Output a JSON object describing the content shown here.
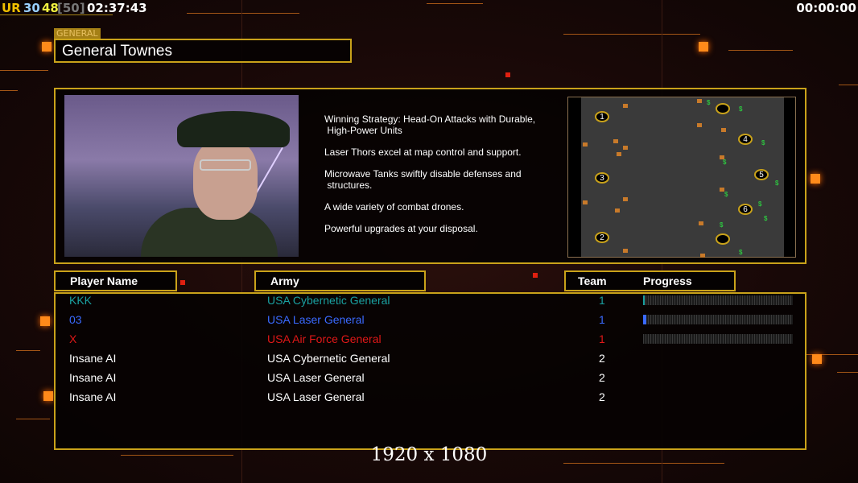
{
  "hud": {
    "ur": "UR",
    "v1": "30",
    "v2": "48",
    "v3": "[50]",
    "clock": "02:37:43",
    "timer": "00:00:00"
  },
  "general": {
    "tag": "GENERAL",
    "name": "General Townes"
  },
  "description": [
    "Winning Strategy: Head-On Attacks with Durable,\n High-Power Units",
    "Laser Thors excel at map control and support.",
    "Microwave Tanks swiftly disable defenses and\n structures.",
    "A wide variety of combat drones.",
    "Powerful upgrades at your disposal."
  ],
  "map": {
    "starts": [
      "1",
      "2",
      "3",
      "4",
      "5",
      "6"
    ]
  },
  "table": {
    "headers": {
      "player": "Player Name",
      "army": "Army",
      "team": "Team",
      "progress": "Progress"
    },
    "rows": [
      {
        "player": "KKK",
        "army": "USA Cybernetic General",
        "team": "1",
        "color": "#1aa0a0",
        "progress": 1
      },
      {
        "player": "03",
        "army": "USA Laser General",
        "team": "1",
        "color": "#3a6aff",
        "progress": 2
      },
      {
        "player": "X",
        "army": "USA Air Force General",
        "team": "1",
        "color": "#e01818",
        "progress": 0
      },
      {
        "player": "Insane AI",
        "army": "USA Cybernetic General",
        "team": "2",
        "color": "#ffffff"
      },
      {
        "player": "Insane AI",
        "army": "USA Laser General",
        "team": "2",
        "color": "#ffffff"
      },
      {
        "player": "Insane AI",
        "army": "USA Laser General",
        "team": "2",
        "color": "#ffffff"
      }
    ]
  },
  "resolution": "1920 x 1080"
}
